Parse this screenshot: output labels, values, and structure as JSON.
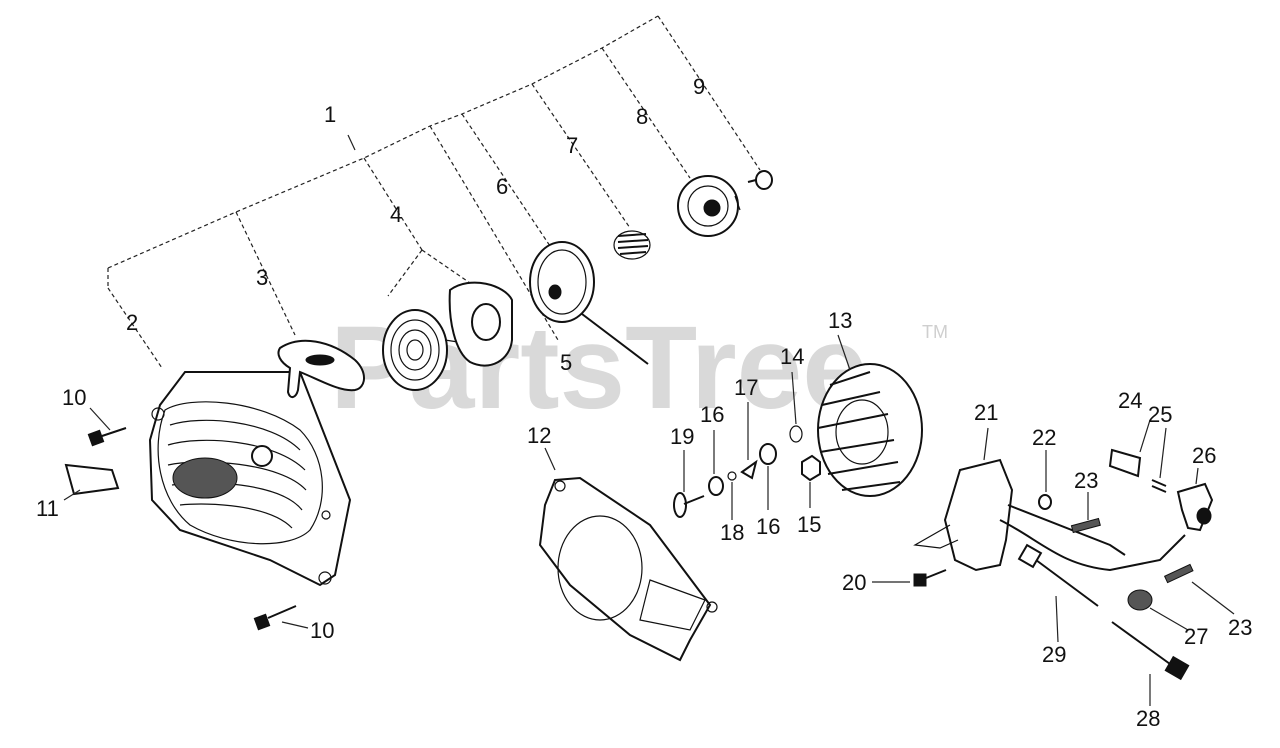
{
  "watermark": {
    "brand": "PartsTree",
    "trademark": "TM"
  },
  "part_numbers": [
    "1",
    "2",
    "3",
    "4",
    "5",
    "6",
    "7",
    "8",
    "9",
    "10",
    "10",
    "11",
    "12",
    "13",
    "14",
    "15",
    "16",
    "16",
    "17",
    "18",
    "19",
    "20",
    "21",
    "22",
    "23",
    "23",
    "24",
    "25",
    "26",
    "27",
    "28",
    "29"
  ]
}
